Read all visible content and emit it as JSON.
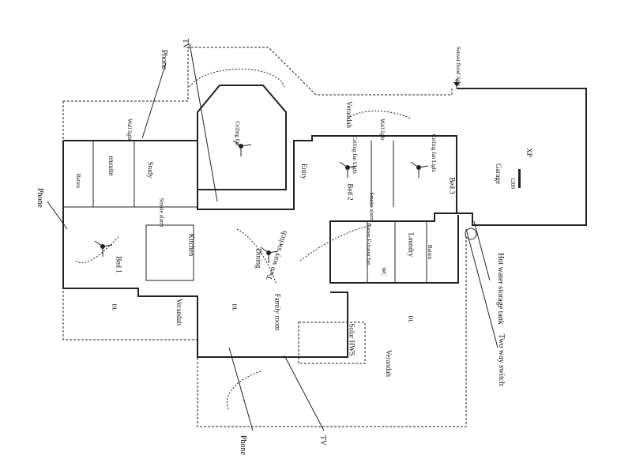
{
  "rooms": {
    "garage": "Garage",
    "xp": "XP",
    "bed1": "Bed 1",
    "bed2": "Bed 2",
    "bed3": "Bed 3",
    "study": "Study",
    "ensuite": "ensuite",
    "entry": "Entry",
    "kitchen": "Kitchen",
    "dining": "Dining",
    "family_room": "Family room",
    "laundry": "Laundry",
    "wc": "WC",
    "verandah_top": "Verandah",
    "verandah_left": "Verandah",
    "verandah_bottom": "Verandah",
    "solar_hws": "Solar HWS"
  },
  "callouts": {
    "tv_top": "TV",
    "phone_top": "Phone",
    "phone_left": "Phone",
    "phone_bottom": "Phone",
    "tv_bottom": "TV",
    "two_way_switch_center": "Two way switch",
    "two_way_switch_right": "Two way switch",
    "hot_water_tank": "Hot water storage tank",
    "sensor_flood_light": "Sensor flood light"
  },
  "fixtures": {
    "ceiling_fan": "Ceiling fan",
    "ceiling_fan_light": "Ceiling fan Light",
    "wall_light": "Wall light",
    "smoke_alarm": "Smoke alarm",
    "batten": "Batten",
    "batten_exhaust": "Batten Exhaust fan",
    "dl": "DL",
    "gpo_1200": "1200"
  }
}
